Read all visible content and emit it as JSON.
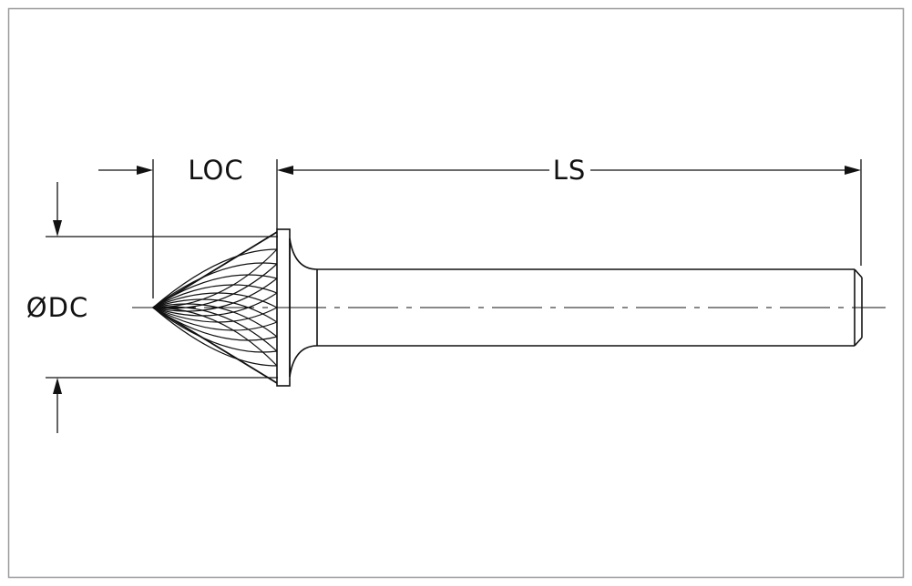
{
  "labels": {
    "loc": "LOC",
    "ls": "LS",
    "dc": "ØDC"
  },
  "colors": {
    "frame": "#9a9a9a",
    "line": "#111111",
    "background": "#ffffff"
  }
}
